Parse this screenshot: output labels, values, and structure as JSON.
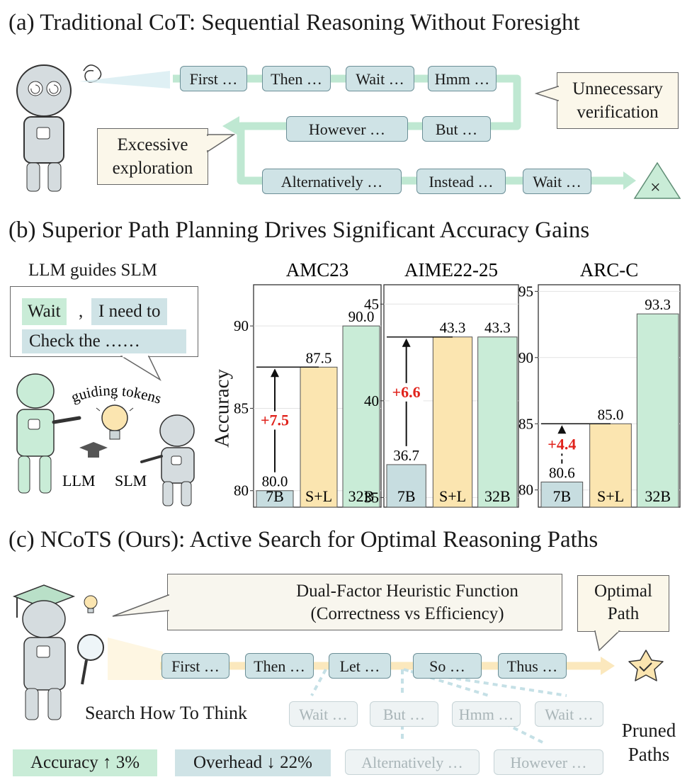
{
  "panel_a": {
    "title": "(a) Traditional CoT: Sequential Reasoning Without Foresight",
    "row1": [
      "First …",
      "Then …",
      "Wait …",
      "Hmm …"
    ],
    "row2": [
      "However …",
      "But …"
    ],
    "row3": [
      "Alternatively …",
      "Instead …",
      "Wait …"
    ],
    "callout_right": [
      "Unnecessary",
      "verification"
    ],
    "callout_left": [
      "Excessive",
      "exploration"
    ],
    "end_mark": "×"
  },
  "panel_b": {
    "title": "(b) Superior Path Planning Drives Significant Accuracy Gains",
    "subtitle": "LLM guides SLM",
    "bubble": {
      "tok1": "Wait",
      "comma": ",",
      "tok2": "I need to",
      "tok3": "Check the ……"
    },
    "guiding_label": "guiding tokens",
    "llm_label": "LLM",
    "slm_label": "SLM",
    "ylabel": "Accuracy"
  },
  "chart_data": [
    {
      "type": "bar",
      "title": "AMC23",
      "categories": [
        "7B",
        "S+L",
        "32B"
      ],
      "values": [
        80.0,
        87.5,
        90.0
      ],
      "value_labels": [
        "80.0",
        "87.5",
        "90.0"
      ],
      "ylim": [
        79,
        92.5
      ],
      "yticks": [
        80,
        85,
        90
      ],
      "gain_label": "+7.5",
      "colors": [
        "#c7dde0",
        "#fbe5b0",
        "#c9ecd7"
      ]
    },
    {
      "type": "bar",
      "title": "AIME22-25",
      "categories": [
        "7B",
        "S+L",
        "32B"
      ],
      "values": [
        36.7,
        43.3,
        43.3
      ],
      "value_labels": [
        "36.7",
        "43.3",
        "43.3"
      ],
      "ylim": [
        34.5,
        46
      ],
      "yticks": [
        35,
        40,
        45
      ],
      "gain_label": "+6.6",
      "colors": [
        "#c7dde0",
        "#fbe5b0",
        "#c9ecd7"
      ]
    },
    {
      "type": "bar",
      "title": "ARC-C",
      "categories": [
        "7B",
        "S+L",
        "32B"
      ],
      "values": [
        80.6,
        85.0,
        93.3
      ],
      "value_labels": [
        "80.6",
        "85.0",
        "93.3"
      ],
      "ylim": [
        78.7,
        95.5
      ],
      "yticks": [
        80,
        85,
        90,
        95
      ],
      "gain_label": "+4.4",
      "colors": [
        "#c7dde0",
        "#fbe5b0",
        "#c9ecd7"
      ]
    }
  ],
  "panel_c": {
    "title": "(c) NCoTS (Ours): Active Search for Optimal Reasoning Paths",
    "heuristic_line1": "Dual-Factor Heuristic Function",
    "heuristic_line2": "(Correctness vs Efficiency)",
    "optimal": [
      "Optimal",
      "Path"
    ],
    "main_path": [
      "First …",
      "Then …",
      "Let …",
      "So …",
      "Thus …"
    ],
    "search_label": "Search How To Think",
    "pruned_row1": [
      "Wait …",
      "But …",
      "Hmm …",
      "Wait …"
    ],
    "pruned_row2": [
      "Alternatively …",
      "However …"
    ],
    "pruned_label": [
      "Pruned",
      "Paths"
    ],
    "accuracy_badge": "Accuracy ↑ 3%",
    "overhead_badge": "Overhead ↓ 22%"
  }
}
